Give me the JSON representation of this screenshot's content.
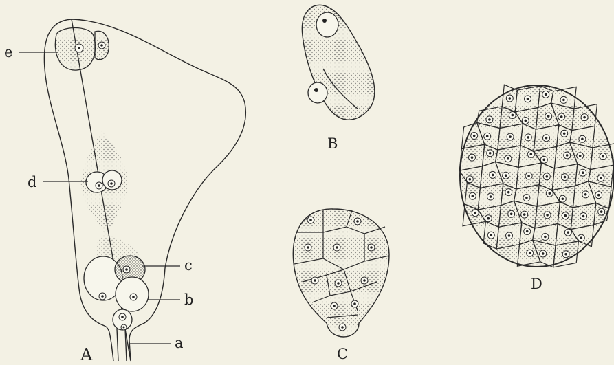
{
  "figure": {
    "panel_labels": {
      "A": "A",
      "B": "B",
      "C": "C",
      "D": "D"
    },
    "part_labels": {
      "a": "a",
      "b": "b",
      "c": "c",
      "d": "d",
      "e": "e"
    }
  },
  "colors": {
    "background": "#f3f1e4",
    "ink": "#2a2a2a",
    "stipple": "#555"
  }
}
